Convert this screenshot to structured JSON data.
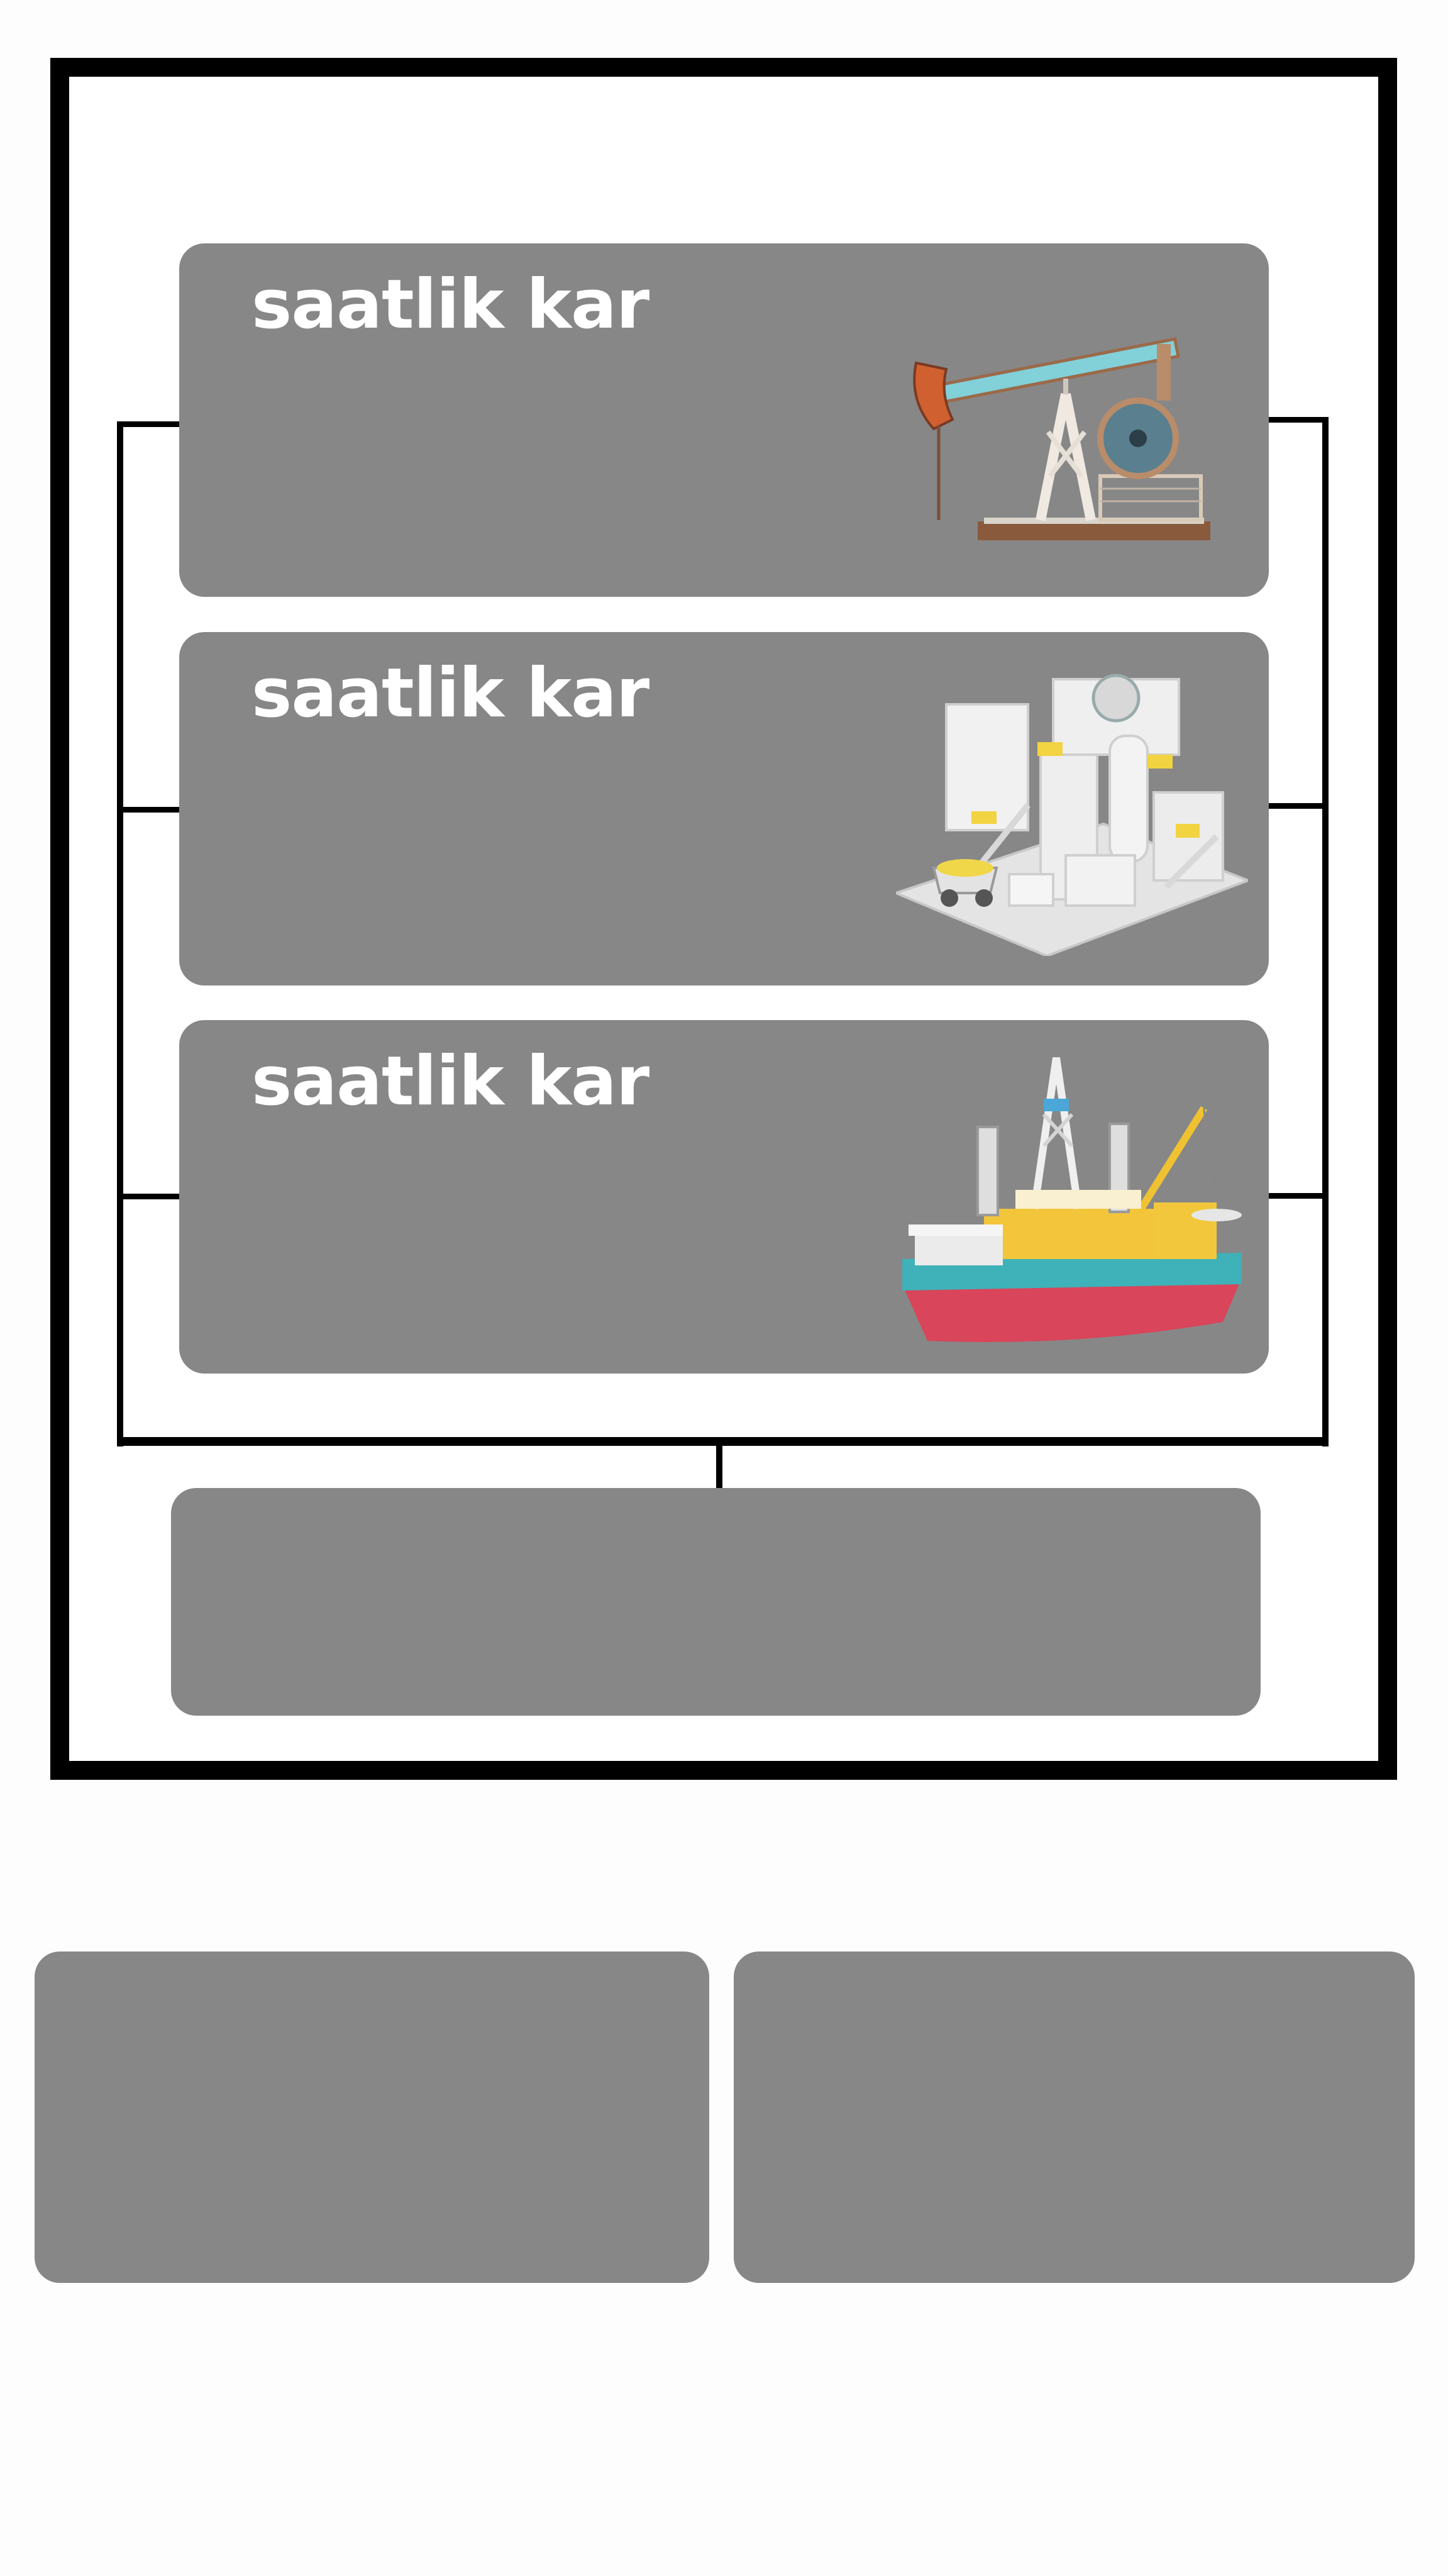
{
  "colors": {
    "frame": "#000000",
    "card": "#878787",
    "label": "#ffffff",
    "background": "#fdfdfd"
  },
  "cards": [
    {
      "label": "saatlik kar",
      "icon": "oil-pump-jack-icon"
    },
    {
      "label": "saatlik kar",
      "icon": "refinery-factory-icon"
    },
    {
      "label": "saatlik kar",
      "icon": "offshore-drilling-ship-icon"
    }
  ]
}
